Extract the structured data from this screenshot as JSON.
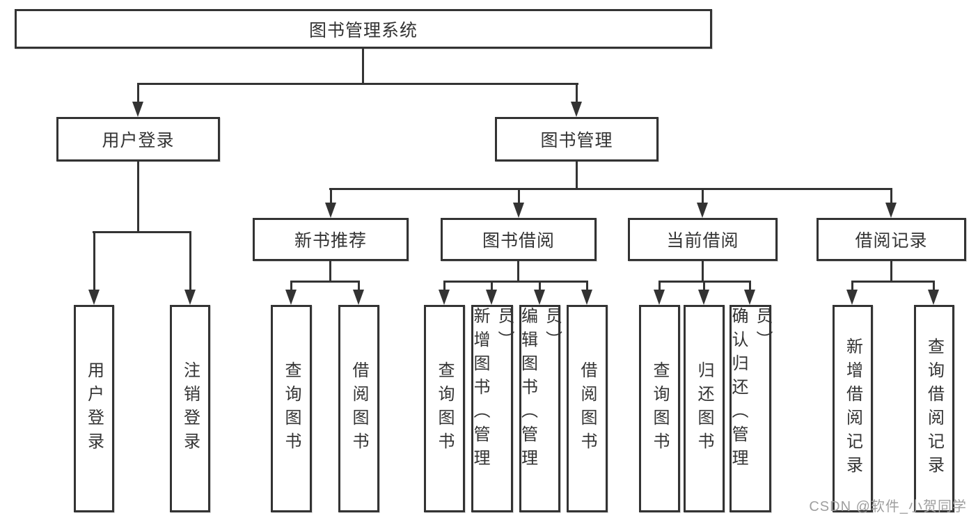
{
  "diagram": {
    "title": "图书管理系统",
    "nodes": {
      "root": "图书管理系统",
      "user_login": "用户登录",
      "book_mgmt": "图书管理",
      "new_book_rec": "新书推荐",
      "book_borrow": "图书借阅",
      "current_borrow": "当前借阅",
      "borrow_record": "借阅记录"
    },
    "leaves": {
      "user_login": [
        "用户登录",
        "注销登录"
      ],
      "new_book_rec": [
        "查询图书",
        "借阅图书"
      ],
      "book_borrow": [
        "查询图书",
        "新增图书（管理员）",
        "编辑图书（管理员）",
        "借阅图书"
      ],
      "current_borrow": [
        "查询图书",
        "归还图书",
        "确认归还（管理员）"
      ],
      "borrow_record": [
        "新增借阅记录",
        "查询借阅记录"
      ]
    }
  },
  "colors": {
    "line": "#333333",
    "watermark": "#9f9f9f"
  },
  "watermark": "CSDN @软件_小贺同学"
}
